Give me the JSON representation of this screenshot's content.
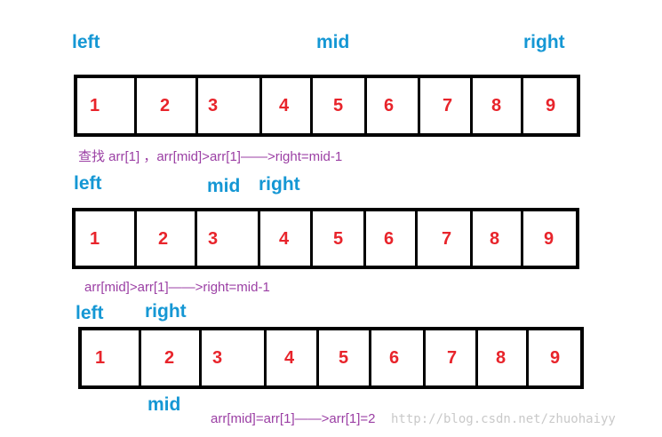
{
  "colors": {
    "pointer": "#1597d4",
    "number": "#e8242b",
    "note": "#9b3fa4",
    "border": "#000000",
    "watermark": "#c9c9c9"
  },
  "steps": [
    {
      "pointers": {
        "left": "left",
        "mid": "mid",
        "right": "right"
      },
      "cells": [
        "1",
        "2",
        "3",
        "4",
        "5",
        "6",
        "7",
        "8",
        "9"
      ],
      "note": "查找 arr[1] ，arr[mid]>arr[1]——>right=mid-1"
    },
    {
      "pointers": {
        "left": "left",
        "mid": "mid",
        "right": "right"
      },
      "cells": [
        "1",
        "2",
        "3",
        "4",
        "5",
        "6",
        "7",
        "8",
        "9"
      ],
      "note": "arr[mid]>arr[1]——>right=mid-1"
    },
    {
      "pointers": {
        "left": "left",
        "mid": "mid",
        "right": "right"
      },
      "cells": [
        "1",
        "2",
        "3",
        "4",
        "5",
        "6",
        "7",
        "8",
        "9"
      ],
      "note": "arr[mid]=arr[1]——>arr[1]=2"
    }
  ],
  "watermark": "http://blog.csdn.net/zhuohaiyy"
}
